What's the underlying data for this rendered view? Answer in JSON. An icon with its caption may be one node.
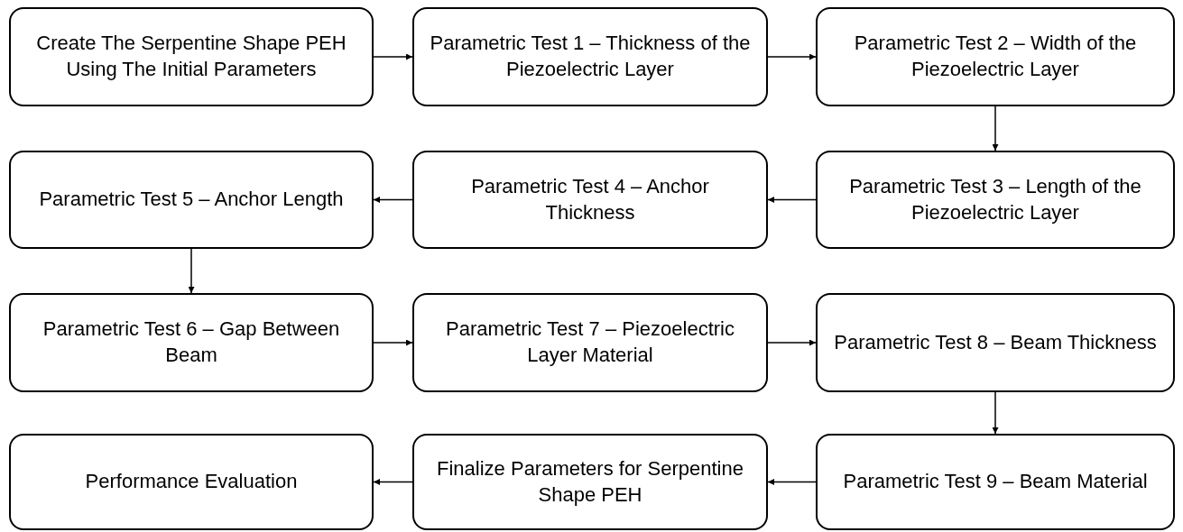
{
  "diagram": {
    "nodes": [
      {
        "text": [
          "Create The Serpentine Shape PEH Using The Initial Parameters"
        ]
      },
      {
        "text": [
          "Parametric Test 1 – Thickness of the Piezoelectric Layer"
        ]
      },
      {
        "text": [
          "Parametric Test 2 – Width of the Piezoelectric Layer"
        ]
      },
      {
        "text": [
          "Parametric Test 5 – Anchor Length"
        ]
      },
      {
        "text": [
          "Parametric Test 4 – Anchor Thickness"
        ]
      },
      {
        "text": [
          "Parametric Test 3 – Length of the Piezoelectric Layer"
        ]
      },
      {
        "text": [
          "Parametric Test 6 – Gap Between Beam"
        ]
      },
      {
        "text": [
          "Parametric Test 7 – Piezoelectric Layer Material"
        ]
      },
      {
        "text": [
          "Parametric Test 8 – Beam Thickness"
        ]
      },
      {
        "text": [
          "Performance Evaluation"
        ]
      },
      {
        "text": [
          "Finalize Parameters for Serpentine Shape PEH"
        ]
      },
      {
        "text": [
          "Parametric Test 9 – Beam Material"
        ]
      }
    ],
    "edges": [
      {
        "from": 0,
        "to": 1,
        "arrow": "to"
      },
      {
        "from": 1,
        "to": 2,
        "arrow": "to"
      },
      {
        "from": 2,
        "to": 5,
        "arrow": "to"
      },
      {
        "from": 5,
        "to": 4,
        "arrow": "to"
      },
      {
        "from": 4,
        "to": 3,
        "arrow": "to"
      },
      {
        "from": 3,
        "to": 6,
        "arrow": "to"
      },
      {
        "from": 6,
        "to": 7,
        "arrow": "to"
      },
      {
        "from": 7,
        "to": 8,
        "arrow": "to"
      },
      {
        "from": 8,
        "to": 11,
        "arrow": "to"
      },
      {
        "from": 11,
        "to": 10,
        "arrow": "to"
      },
      {
        "from": 10,
        "to": 9,
        "arrow": "to"
      }
    ]
  }
}
